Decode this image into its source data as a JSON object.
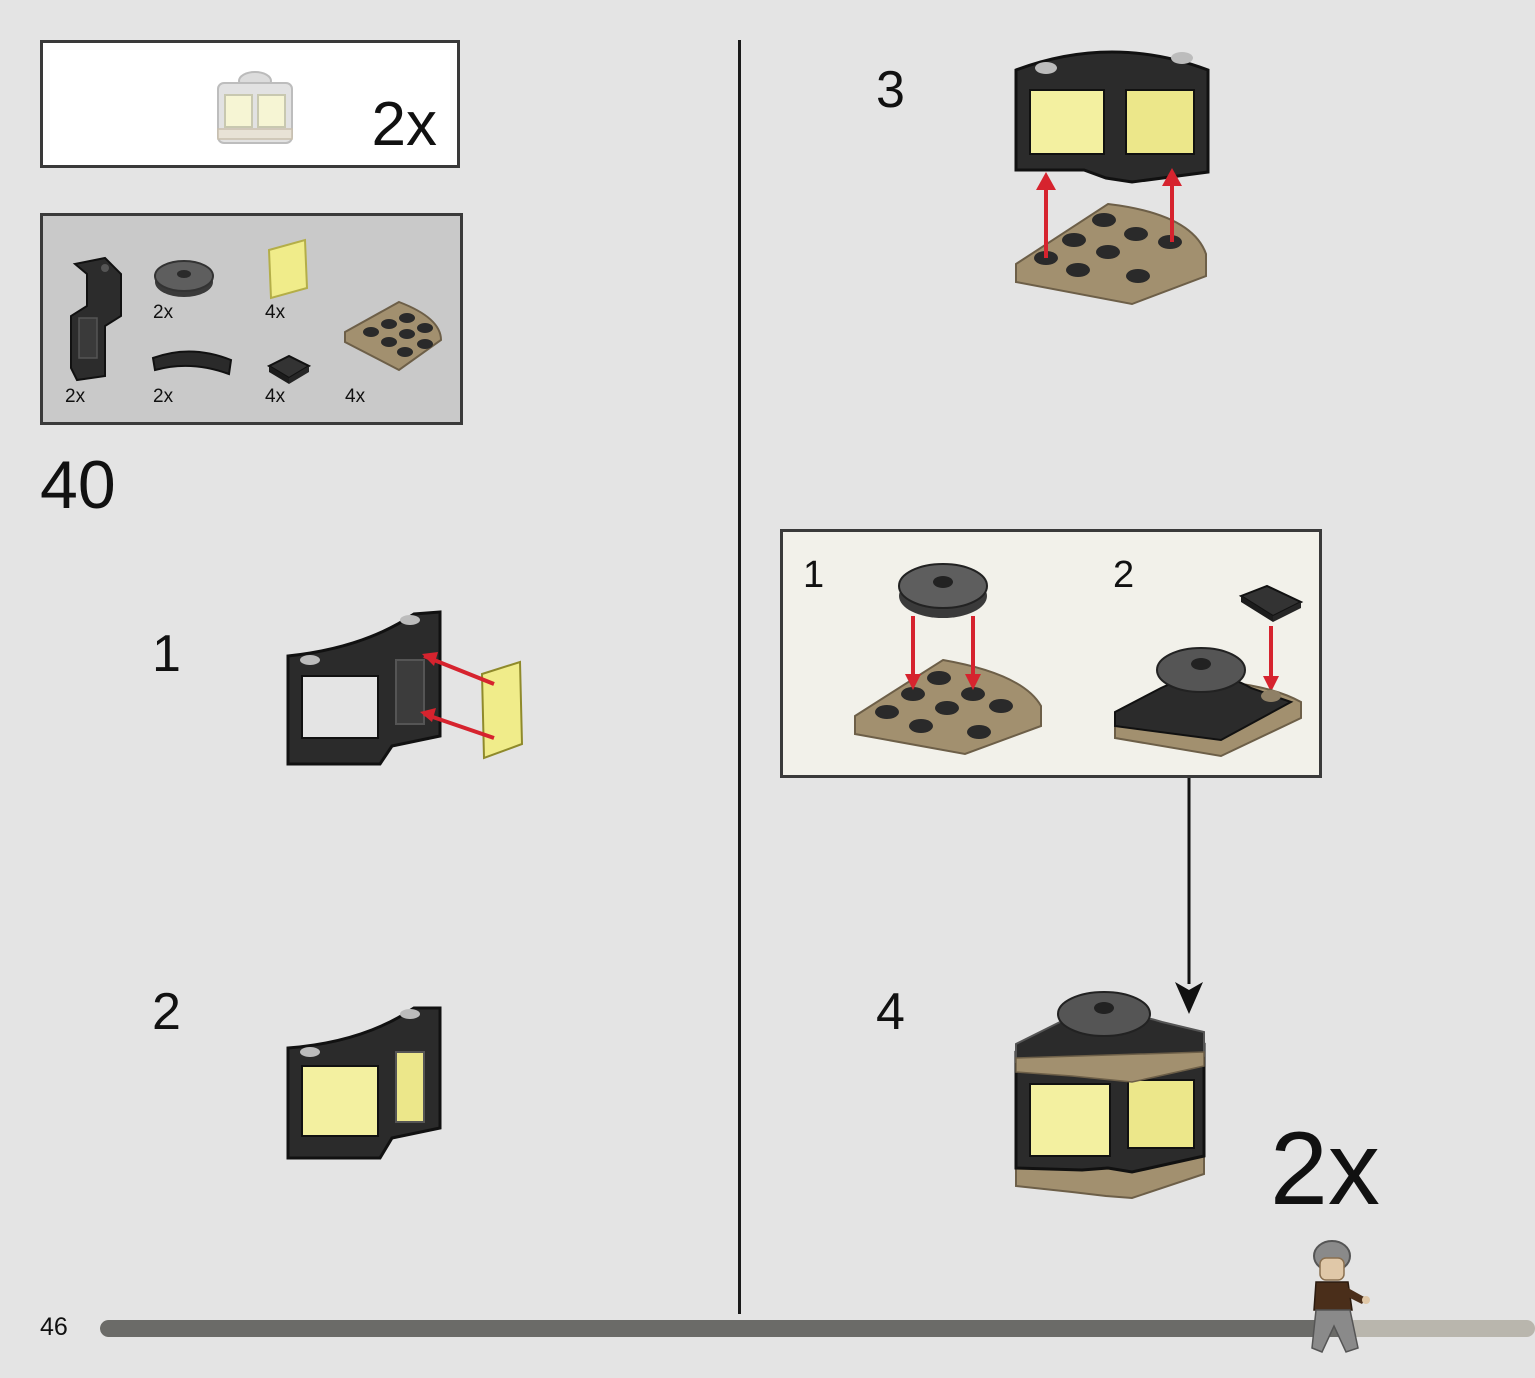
{
  "header": {
    "callout_multiplier": "2x"
  },
  "parts_list": [
    {
      "icon": "curved-window-frame-icon",
      "qty": "2x"
    },
    {
      "icon": "round-tile-icon",
      "qty": "2x"
    },
    {
      "icon": "window-glass-icon",
      "qty": "4x"
    },
    {
      "icon": "curved-tile-icon",
      "qty": "2x"
    },
    {
      "icon": "square-tile-icon",
      "qty": "4x"
    },
    {
      "icon": "quarter-round-plate-icon",
      "qty": "4x"
    }
  ],
  "step_number": "40",
  "substeps": {
    "s1": "1",
    "s2": "2",
    "s3": "3",
    "s4": "4"
  },
  "subassembly": {
    "s1": "1",
    "s2": "2"
  },
  "final_multiplier": "2x",
  "page": {
    "number": "46",
    "progress_fraction": 0.87
  },
  "colors": {
    "background": "#e4e4e4",
    "brick_black": "#2b2b2b",
    "brick_tan": "#9e8c70",
    "glass_yellow": "#f1efa0",
    "arrow_red": "#d6232e"
  }
}
